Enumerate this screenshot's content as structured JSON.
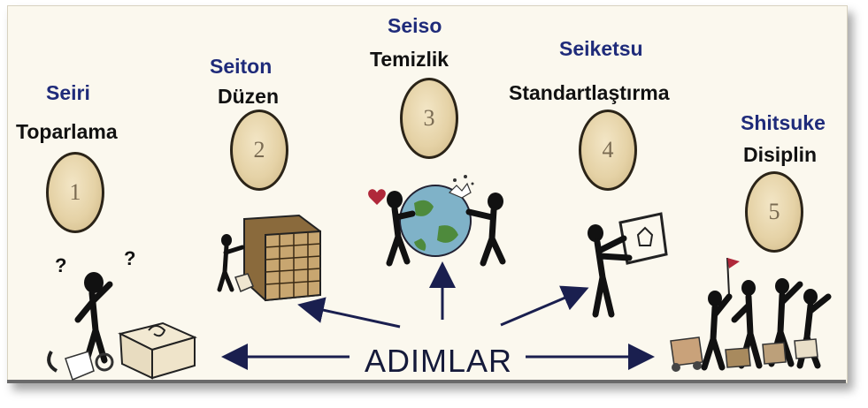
{
  "steps": [
    {
      "number": "1",
      "jp": "Seiri",
      "tr": "Toparlama"
    },
    {
      "number": "2",
      "jp": "Seiton",
      "tr": "Düzen"
    },
    {
      "number": "3",
      "jp": "Seiso",
      "tr": "Temizlik"
    },
    {
      "number": "4",
      "jp": "Seiketsu",
      "tr": "Standartlaştırma"
    },
    {
      "number": "5",
      "jp": "Shitsuke",
      "tr": "Disiplin"
    }
  ],
  "center": {
    "label": "ADIMLAR"
  },
  "colors": {
    "jp_label": "#1f2b7a",
    "tr_label": "#111111",
    "arrow": "#1a1f4f",
    "coin": "#e5d2a6",
    "background": "#fbf8ee"
  }
}
